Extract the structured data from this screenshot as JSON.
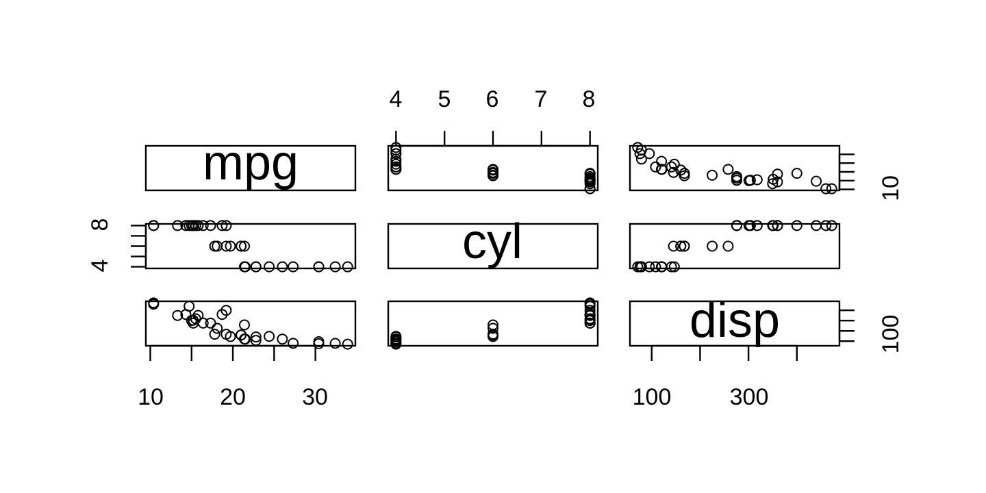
{
  "chart_data": {
    "type": "scatter",
    "kind": "scatterplot-matrix",
    "variables": [
      "mpg",
      "cyl",
      "disp"
    ],
    "ranges": {
      "mpg": [
        10.4,
        33.9
      ],
      "cyl": [
        4,
        8
      ],
      "disp": [
        71.1,
        472
      ]
    },
    "tick_labels": {
      "mpg": [
        "10",
        "20",
        "30"
      ],
      "cyl": [
        "4",
        "5",
        "6",
        "7",
        "8"
      ],
      "cyl_left": [
        "4",
        "8"
      ],
      "disp": [
        "100",
        "300"
      ],
      "mpg_right": [
        "10"
      ],
      "disp_right": [
        "100"
      ]
    },
    "mpg": [
      21.0,
      21.0,
      22.8,
      21.4,
      18.7,
      18.1,
      14.3,
      24.4,
      22.8,
      19.2,
      17.8,
      16.4,
      17.3,
      15.2,
      10.4,
      10.4,
      14.7,
      32.4,
      30.4,
      33.9,
      21.5,
      15.5,
      15.2,
      13.3,
      19.2,
      27.3,
      26.0,
      30.4,
      15.8,
      19.7,
      15.0,
      21.4
    ],
    "cyl": [
      6,
      6,
      4,
      6,
      8,
      6,
      8,
      4,
      4,
      6,
      6,
      8,
      8,
      8,
      8,
      8,
      8,
      4,
      4,
      4,
      4,
      8,
      8,
      8,
      8,
      4,
      4,
      4,
      8,
      6,
      8,
      4
    ],
    "disp": [
      160,
      160,
      108,
      258,
      360,
      225,
      360,
      146.7,
      140.8,
      167.6,
      167.6,
      275.8,
      275.8,
      275.8,
      472,
      460,
      440,
      78.7,
      75.7,
      71.1,
      120.1,
      318,
      304,
      350,
      400,
      79,
      120.3,
      95.1,
      351,
      145,
      301,
      121
    ],
    "grid": false,
    "legend": "none"
  }
}
